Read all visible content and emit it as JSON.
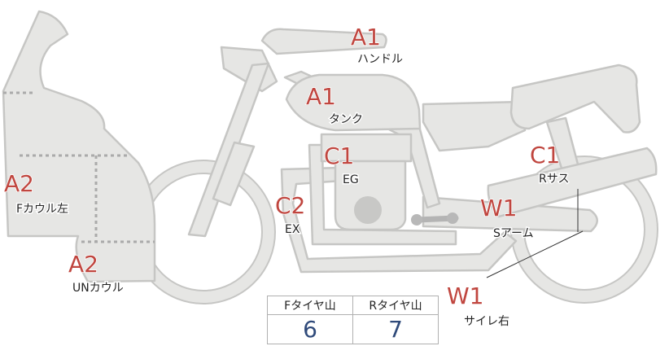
{
  "diagram": {
    "callouts": [
      {
        "id": "handle",
        "grade": "A1",
        "part": "ハンドル"
      },
      {
        "id": "tank",
        "grade": "A1",
        "part": "タンク"
      },
      {
        "id": "engine",
        "grade": "C1",
        "part": "EG"
      },
      {
        "id": "exhaust",
        "grade": "C2",
        "part": "EX"
      },
      {
        "id": "rear-suspension",
        "grade": "C1",
        "part": "Rサス"
      },
      {
        "id": "swing-arm",
        "grade": "W1",
        "part": "Sアーム"
      },
      {
        "id": "front-cowl-left",
        "grade": "A2",
        "part": "Fカウル左"
      },
      {
        "id": "under-cowl",
        "grade": "A2",
        "part": "UNカウル"
      },
      {
        "id": "silencer-right",
        "grade": "W1",
        "part": "サイレ右"
      }
    ],
    "tread": {
      "front_label": "Fタイヤ山",
      "rear_label": "Rタイヤ山",
      "front_value": "6",
      "rear_value": "7"
    },
    "colors": {
      "grade": "#c0463f",
      "tread_value": "#2f4a7a",
      "body_fill": "#e6e6e4",
      "body_stroke": "#c6c6c4"
    }
  }
}
